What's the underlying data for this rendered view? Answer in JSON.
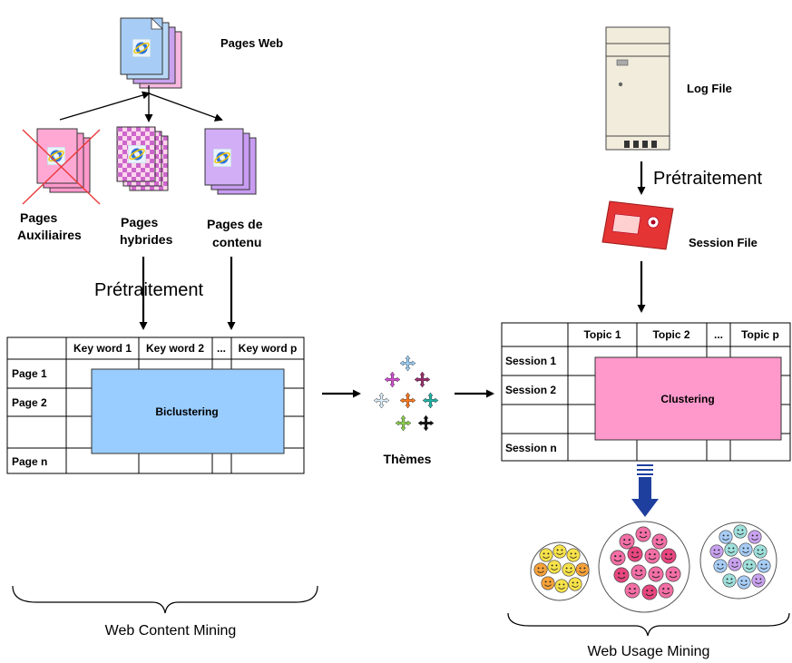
{
  "left": {
    "pages_web": "Pages Web",
    "pages_aux": [
      "Pages",
      "Auxiliaires"
    ],
    "pages_hyb": [
      "Pages",
      "hybrides"
    ],
    "pages_cont": [
      "Pages de",
      "contenu"
    ],
    "pretraitement": "Prétraitement",
    "table": {
      "headers": [
        "Key word 1",
        "Key word 2",
        "...",
        "Key word p"
      ],
      "rows": [
        "Page 1",
        "Page 2",
        "Page n"
      ],
      "block": "Biclustering"
    },
    "caption": "Web Content Mining"
  },
  "middle": {
    "themes": "Thèmes"
  },
  "right": {
    "log_file": "Log File",
    "pretraitement": "Prétraitement",
    "session_file": "Session File",
    "table": {
      "headers": [
        "Topic 1",
        "Topic 2",
        "...",
        "Topic p"
      ],
      "rows": [
        "Session 1",
        "Session 2",
        "Session n"
      ],
      "block": "Clustering"
    },
    "caption": "Web Usage Mining"
  },
  "colors": {
    "biclustering": "#99ccff",
    "clustering": "#ff99cc",
    "arrow_blue": "#1f3f9f",
    "doc_blue": "#9fc7f5",
    "doc_pink": "#ff99cc",
    "doc_purple": "#c89cf2"
  }
}
